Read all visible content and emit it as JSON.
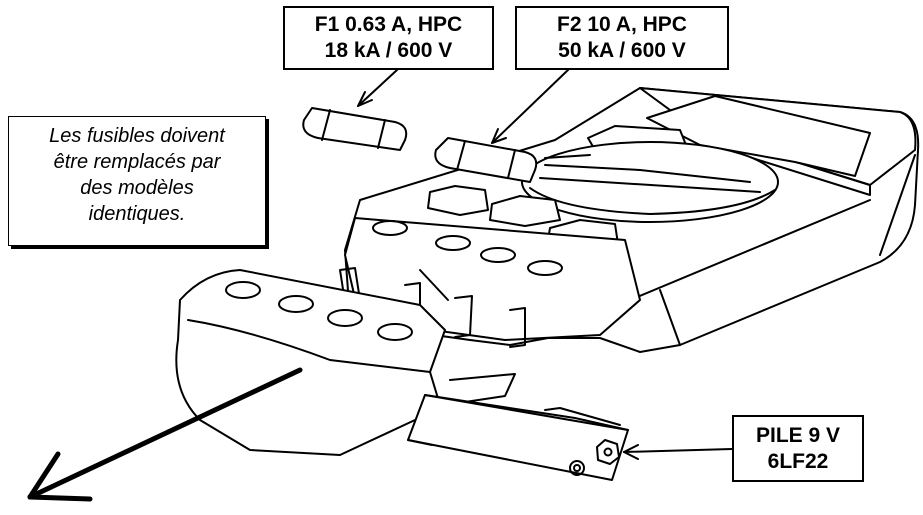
{
  "fuse1": {
    "line1": "F1  0.63 A, HPC",
    "line2": "18 kA / 600 V"
  },
  "fuse2": {
    "line1": "F2  10 A, HPC",
    "line2": "50 kA / 600 V"
  },
  "battery": {
    "line1": "PILE 9 V",
    "line2": "6LF22"
  },
  "note": {
    "line1": "Les fusibles doivent",
    "line2": "être remplacés par",
    "line3": "des modèles",
    "line4": "identiques."
  }
}
